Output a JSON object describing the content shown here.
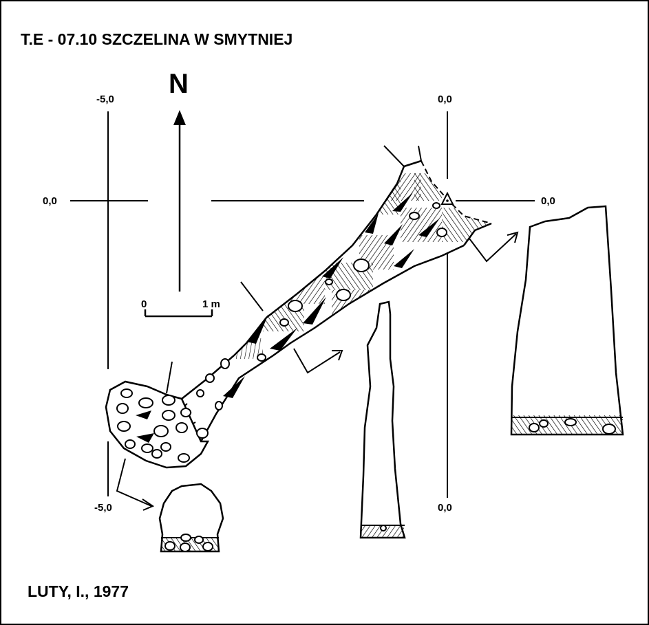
{
  "title": "T.E - 07.10  SZCZELINA W SMYTNIEJ",
  "author": "LUTY, I., 1977",
  "north_label": "N",
  "grid": {
    "top_left": "-5,0",
    "top_right": "0,0",
    "left": "0,0",
    "right": "0,0",
    "bottom_left": "-5,0",
    "bottom_right": "0,0"
  },
  "scale_bar": {
    "start": "0",
    "end": "1 m"
  },
  "colors": {
    "ink": "#000000",
    "paper": "#ffffff"
  },
  "icons": [
    "north-arrow-icon",
    "survey-station-icon",
    "section-arrow-icon",
    "boulder-icon",
    "debris-cone-icon"
  ]
}
